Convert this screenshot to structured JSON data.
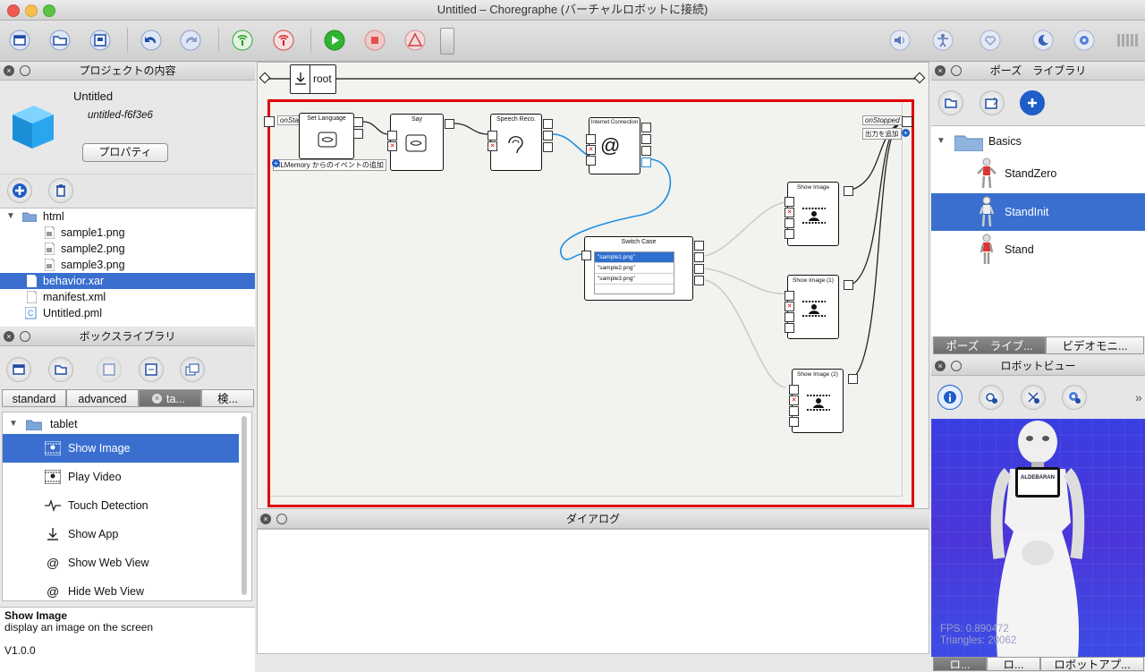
{
  "window": {
    "title": "Untitled – Choregraphe (バーチャルロボットに接続)"
  },
  "project_panel": {
    "header": "プロジェクトの内容",
    "project_name": "Untitled",
    "project_id": "untitled-f6f3e6",
    "properties_button": "プロパティ",
    "tree": [
      {
        "label": "html",
        "type": "folder"
      },
      {
        "label": "sample1.png",
        "type": "file"
      },
      {
        "label": "sample2.png",
        "type": "file"
      },
      {
        "label": "sample3.png",
        "type": "file"
      },
      {
        "label": "behavior.xar",
        "type": "file",
        "selected": true
      },
      {
        "label": "manifest.xml",
        "type": "file"
      },
      {
        "label": "Untitled.pml",
        "type": "file"
      }
    ]
  },
  "box_library": {
    "header": "ボックスライブラリ",
    "tabs": [
      "standard",
      "advanced",
      "ta...",
      "検..."
    ],
    "items": [
      {
        "label": "tablet",
        "type": "folder"
      },
      {
        "label": "Show Image",
        "selected": true
      },
      {
        "label": "Play Video"
      },
      {
        "label": "Touch Detection"
      },
      {
        "label": "Show App"
      },
      {
        "label": "Show Web View"
      },
      {
        "label": "Hide Web View"
      }
    ],
    "description_title": "Show Image",
    "description_text": "display an image on the screen",
    "version": "V1.0.0"
  },
  "flow": {
    "breadcrumb": "root",
    "input_label": "onStart",
    "output_label": "onStopped",
    "add_output_label": "出力を追加",
    "almemory_label": "ALMemory からのイベントの追加",
    "boxes": {
      "set_language": "Set Language",
      "say": "Say",
      "speech": "Speech Reco.",
      "internet": "Internet Connection",
      "switch": "Switch Case",
      "show1": "Show Image",
      "show2": "Show Image (1)",
      "show3": "Show Image (2)"
    },
    "switch_cases": [
      "\"sample1.png\"",
      "\"sample2.png\"",
      "\"sample3.png\""
    ]
  },
  "dialog_panel": {
    "header": "ダイアログ"
  },
  "pose_library": {
    "header": "ポーズ　ライブラリ",
    "folder": "Basics",
    "poses": [
      {
        "label": "StandZero"
      },
      {
        "label": "StandInit",
        "selected": true
      },
      {
        "label": "Stand"
      }
    ],
    "bottom_tabs": [
      "ポーズ　ライブ...",
      "ビデオモニ..."
    ]
  },
  "robot_view": {
    "header": "ロボットビュー",
    "fps": "FPS: 0.890472",
    "triangles": "Triangles: 20062",
    "tablet_brand": "ALDEBARAN",
    "bottom_tabs": [
      "ロ...",
      "ロ...",
      "ロボットアプ..."
    ]
  },
  "colors": {
    "selection": "#3a6fd0",
    "highlight_border": "#e00000",
    "wire_blue": "#1e8fe0"
  }
}
